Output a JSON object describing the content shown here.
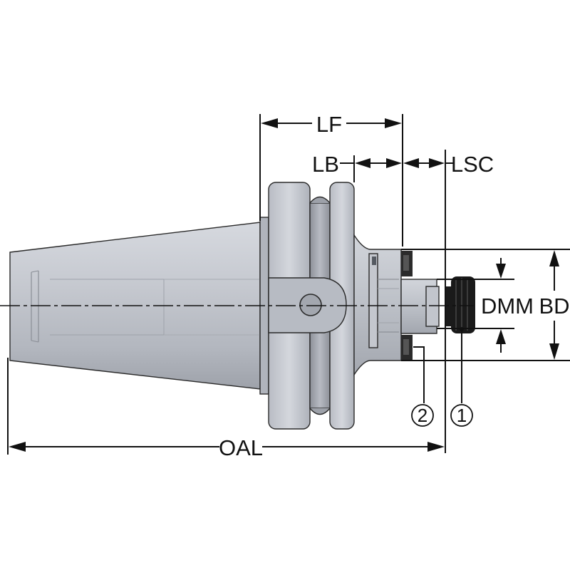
{
  "dimensions": {
    "lf": "LF",
    "lb": "LB",
    "lsc": "LSC",
    "dmm": "DMM",
    "bd": "BD",
    "oal": "OAL"
  },
  "callouts": {
    "item_1": "①",
    "item_2": "②"
  },
  "colors": {
    "body_light": "#c9ccd3",
    "body_mid": "#a6aab2",
    "body_dark": "#7f838b",
    "line": "#111111",
    "screw": "#1a1a1a"
  }
}
